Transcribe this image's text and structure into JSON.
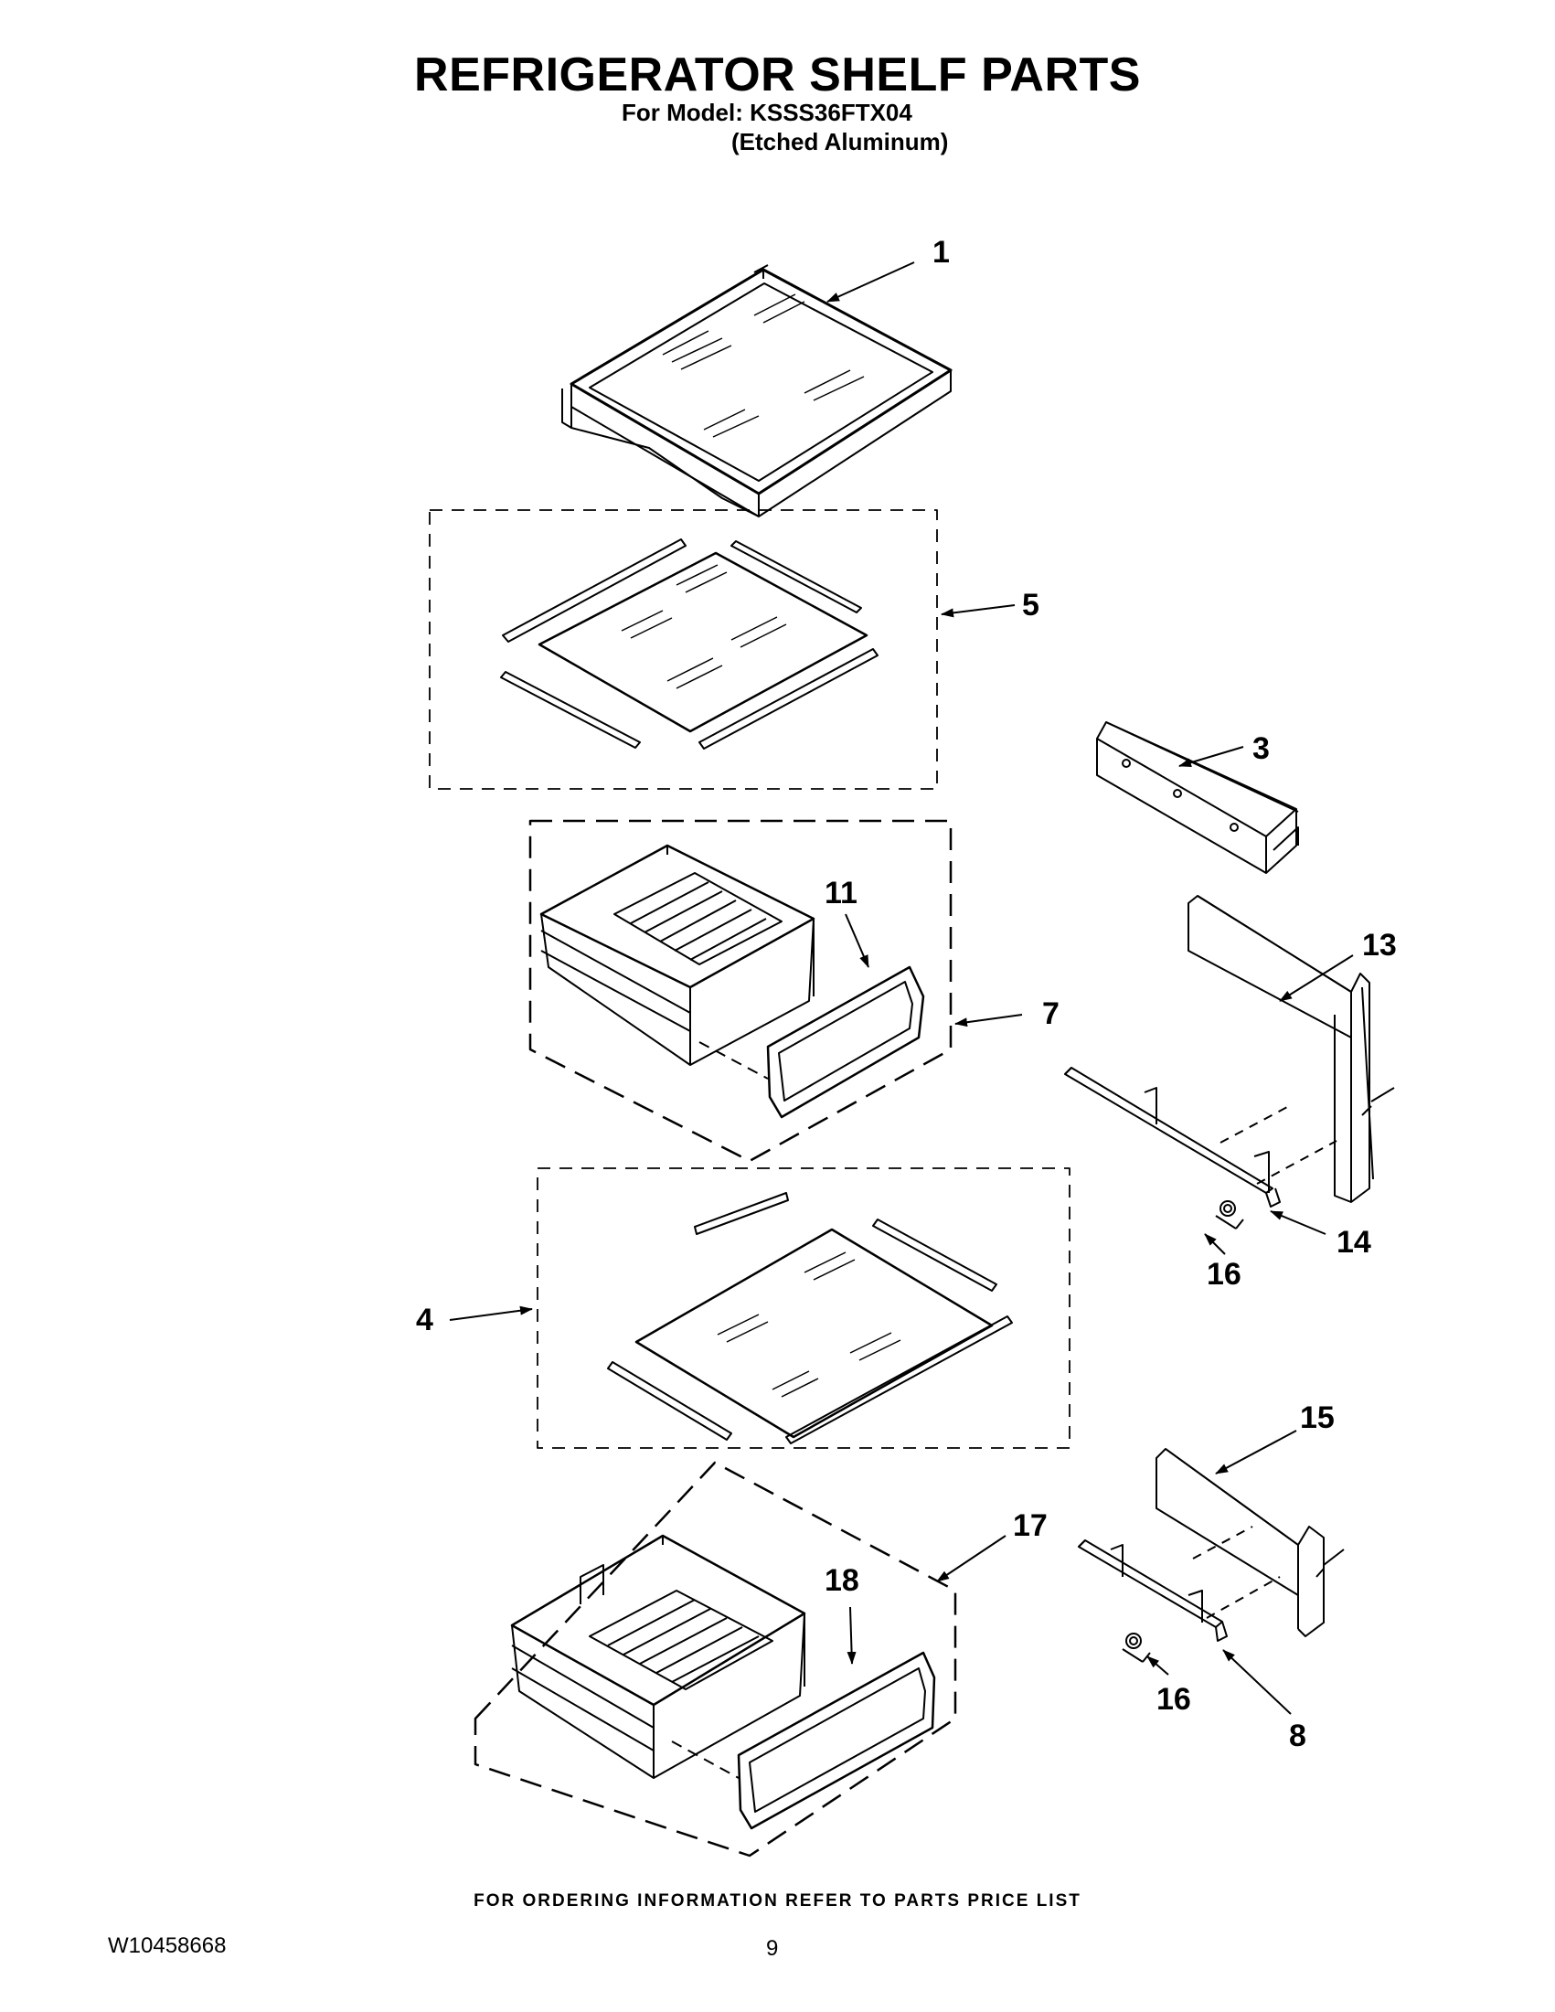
{
  "header": {
    "title": "REFRIGERATOR SHELF PARTS",
    "model_line": "For Model: KSSS36FTX04",
    "finish_line": "(Etched Aluminum)"
  },
  "callouts": {
    "c1": "1",
    "c3": "3",
    "c4": "4",
    "c5": "5",
    "c7": "7",
    "c8": "8",
    "c11": "11",
    "c13": "13",
    "c14": "14",
    "c15": "15",
    "c16a": "16",
    "c16b": "16",
    "c17": "17",
    "c18": "18"
  },
  "footer": {
    "ordering_note": "FOR ORDERING INFORMATION REFER TO PARTS PRICE LIST",
    "doc_number": "W10458668",
    "page_number": "9"
  }
}
